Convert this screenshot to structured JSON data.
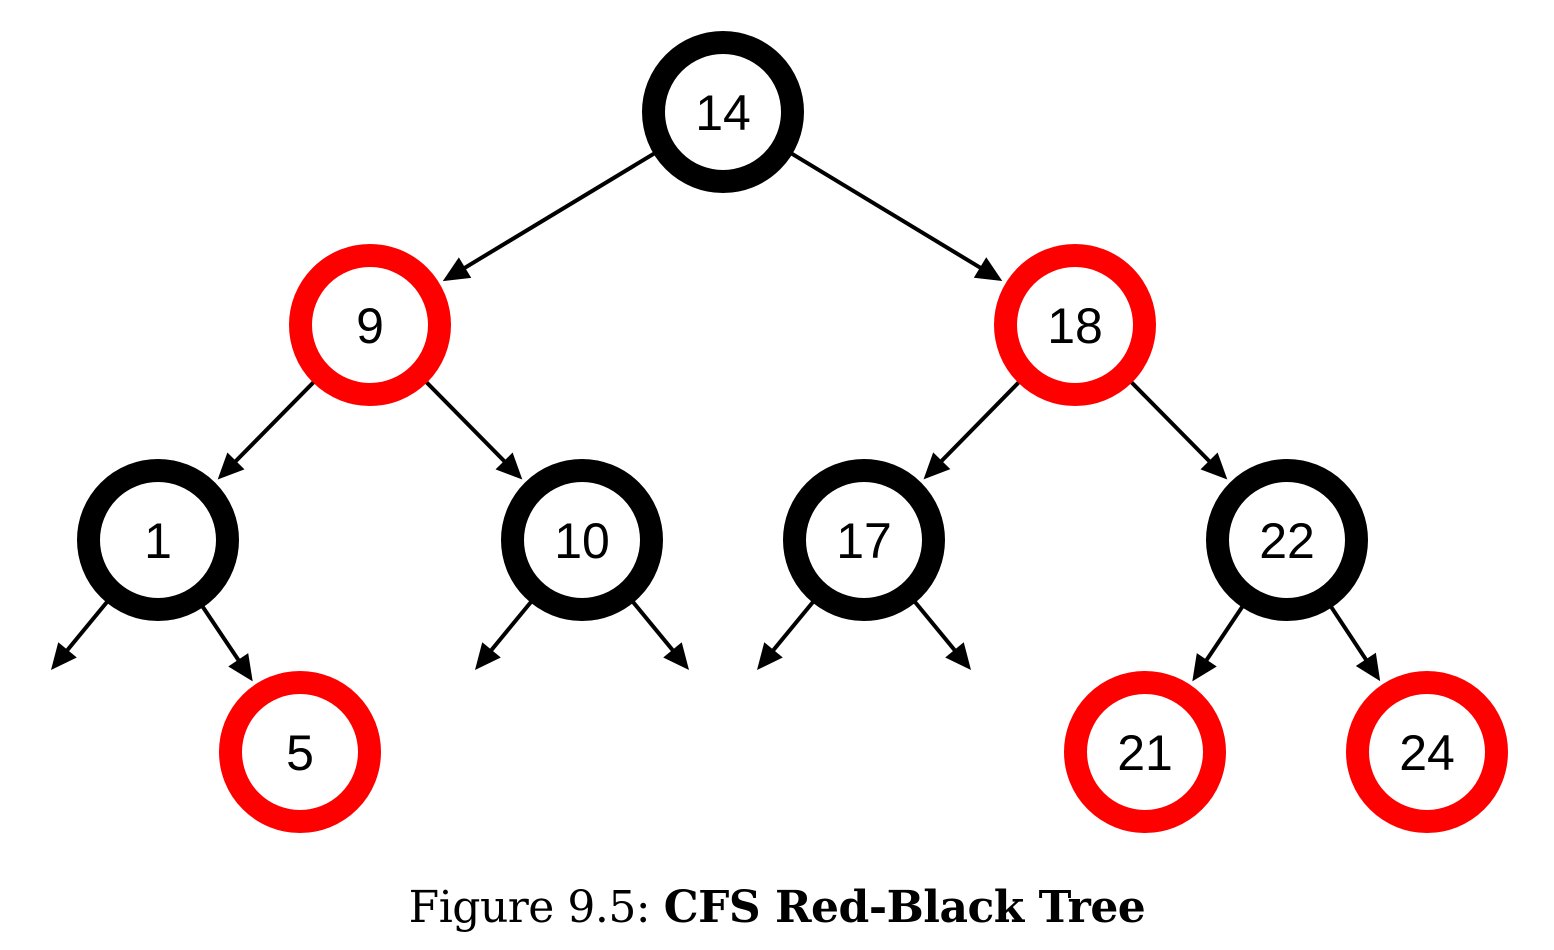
{
  "figure": {
    "caption_prefix": "Figure 9.5:",
    "caption_title": "CFS Red-Black Tree"
  },
  "colors": {
    "black_node": "#000000",
    "red_node": "#ff0000",
    "edge": "#000000"
  },
  "tree": {
    "root": "14",
    "nodes": [
      {
        "id": "14",
        "label": "14",
        "color": "black",
        "level": 0
      },
      {
        "id": "9",
        "label": "9",
        "color": "red",
        "level": 1
      },
      {
        "id": "18",
        "label": "18",
        "color": "red",
        "level": 1
      },
      {
        "id": "1",
        "label": "1",
        "color": "black",
        "level": 2
      },
      {
        "id": "10",
        "label": "10",
        "color": "black",
        "level": 2
      },
      {
        "id": "17",
        "label": "17",
        "color": "black",
        "level": 2
      },
      {
        "id": "22",
        "label": "22",
        "color": "black",
        "level": 2
      },
      {
        "id": "5",
        "label": "5",
        "color": "red",
        "level": 3
      },
      {
        "id": "21",
        "label": "21",
        "color": "red",
        "level": 3
      },
      {
        "id": "24",
        "label": "24",
        "color": "red",
        "level": 3
      }
    ],
    "edges": [
      {
        "from": "14",
        "to": "9",
        "side": "left"
      },
      {
        "from": "14",
        "to": "18",
        "side": "right"
      },
      {
        "from": "9",
        "to": "1",
        "side": "left"
      },
      {
        "from": "9",
        "to": "10",
        "side": "right"
      },
      {
        "from": "18",
        "to": "17",
        "side": "left"
      },
      {
        "from": "18",
        "to": "22",
        "side": "right"
      },
      {
        "from": "1",
        "to": null,
        "side": "left"
      },
      {
        "from": "1",
        "to": "5",
        "side": "right"
      },
      {
        "from": "10",
        "to": null,
        "side": "left"
      },
      {
        "from": "10",
        "to": null,
        "side": "right"
      },
      {
        "from": "17",
        "to": null,
        "side": "left"
      },
      {
        "from": "17",
        "to": null,
        "side": "right"
      },
      {
        "from": "22",
        "to": "21",
        "side": "left"
      },
      {
        "from": "22",
        "to": "24",
        "side": "right"
      }
    ]
  }
}
